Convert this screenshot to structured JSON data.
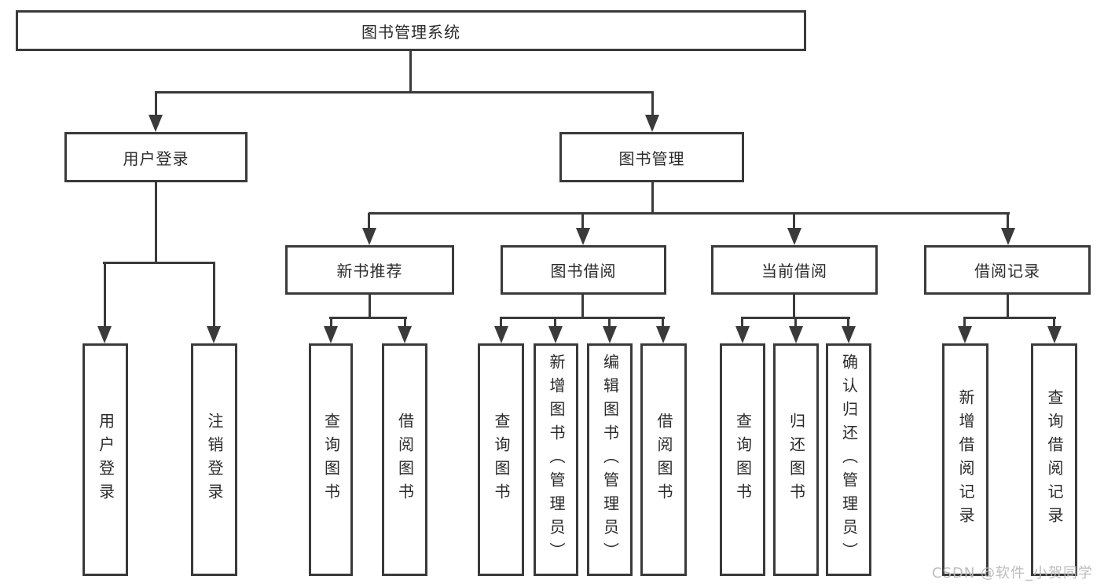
{
  "tree": {
    "root": "图书管理系统",
    "branches": [
      {
        "label": "用户登录",
        "children": [
          "用户登录",
          "注销登录"
        ]
      },
      {
        "label": "图书管理",
        "groups": [
          {
            "label": "新书推荐",
            "children": [
              "查询图书",
              "借阅图书"
            ]
          },
          {
            "label": "图书借阅",
            "children": [
              "查询图书",
              "新增图书（管理员）",
              "编辑图书（管理员）",
              "借阅图书"
            ]
          },
          {
            "label": "当前借阅",
            "children": [
              "查询图书",
              "归还图书",
              "确认归还（管理员）"
            ]
          },
          {
            "label": "借阅记录",
            "children": [
              "新增借阅记录",
              "查询借阅记录"
            ]
          }
        ]
      }
    ]
  },
  "watermark": {
    "text": "CSDN @软件_小贺同学"
  },
  "colors": {
    "line": "#3a3a3a",
    "text": "#2b2b2b",
    "background": "#ffffff",
    "watermark": "#b9b9b9"
  }
}
